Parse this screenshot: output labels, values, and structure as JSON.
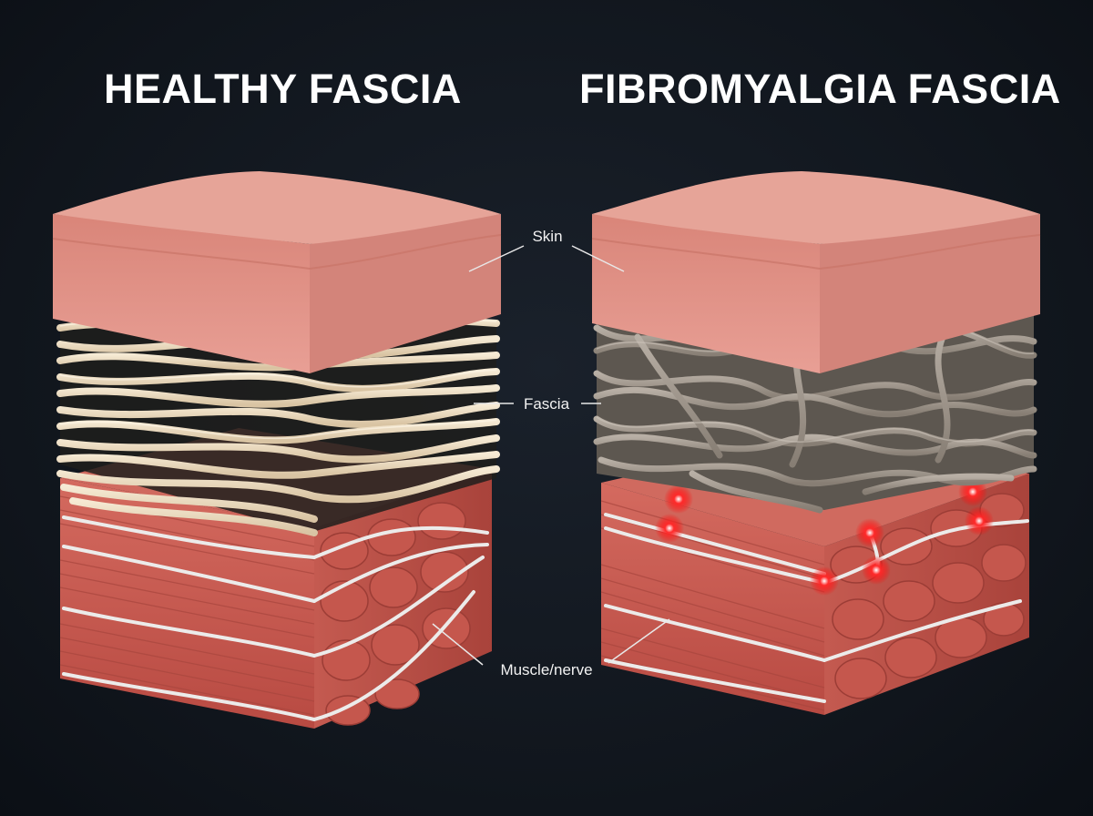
{
  "titles": {
    "left": "HEALTHY FASCIA",
    "right": "FIBROMYALGIA FASCIA"
  },
  "labels": {
    "skin": "Skin",
    "fascia": "Fascia",
    "muscle": "Muscle/nerve"
  },
  "colors": {
    "background": "#0f141b",
    "skin_top": "#e8a497",
    "skin_front": "#e0928a",
    "healthy_fibers": "#ecdcc0",
    "damaged_fibers": "#a49a8e",
    "muscle": "#c75a50",
    "nerve": "#e9e9ea",
    "pain_point": "#ff2a2a"
  }
}
